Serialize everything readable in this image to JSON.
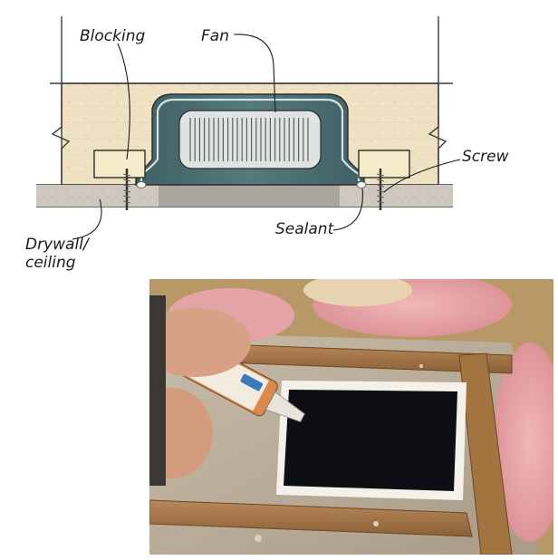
{
  "labels": {
    "blocking": "Blocking",
    "fan": "Fan",
    "screw": "Screw",
    "sealant": "Sealant",
    "drywall_line1": "Drywall/",
    "drywall_line2": "ceiling"
  },
  "colors": {
    "wood": "#efe2c3",
    "fan_housing": "#48696d",
    "blocking": "#f5ebc8",
    "drywall": "#cfc8c0",
    "photo_joist": "#a77a48",
    "photo_opening": "#0d0f14",
    "insulation": "#e9a3a6"
  }
}
